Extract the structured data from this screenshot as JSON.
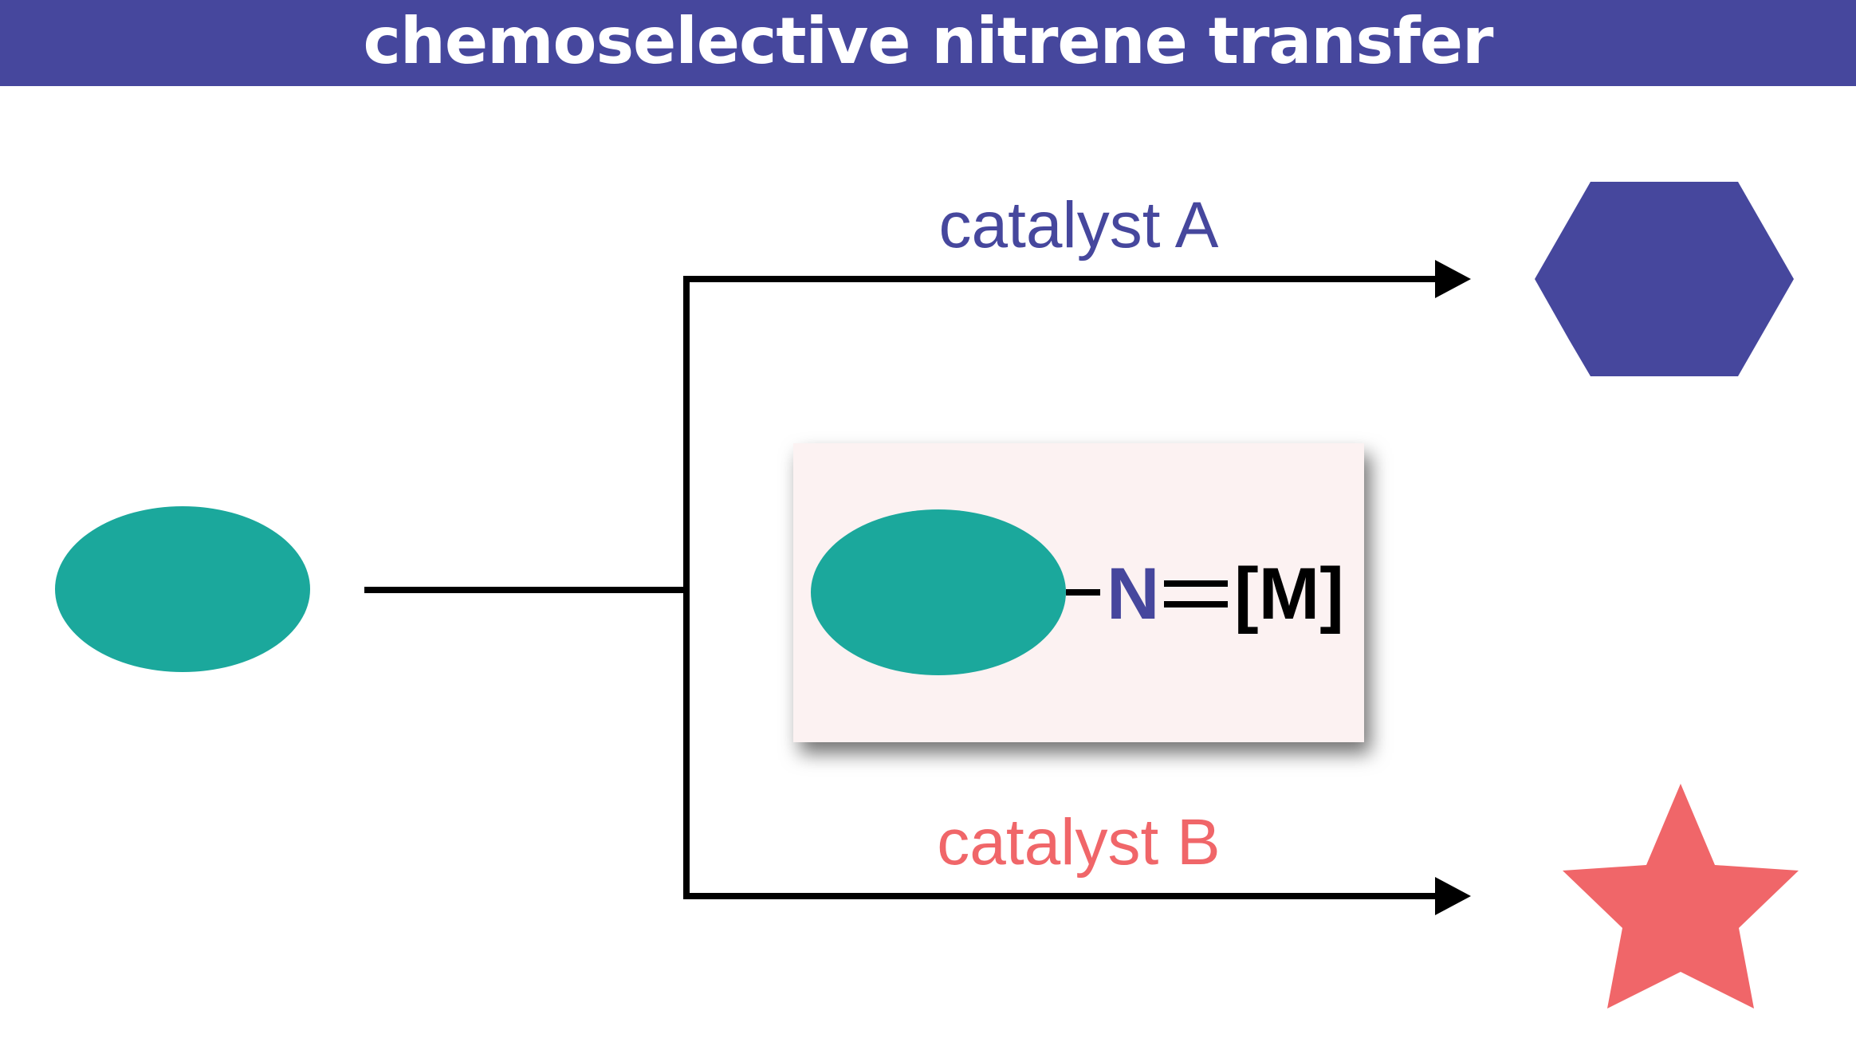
{
  "header": {
    "title": "chemoselective nitrene transfer"
  },
  "scheme": {
    "catalyst_a_label": "catalyst A",
    "catalyst_b_label": "catalyst B",
    "intermediate": {
      "nitrogen": "N",
      "metal": "[M]"
    }
  },
  "colors": {
    "banner": "#46479d",
    "banner_text": "#ffffff",
    "substrate": "#1ba89c",
    "product_a": "#46479d",
    "product_b": "#f06669",
    "catalyst_a": "#46479d",
    "catalyst_b": "#f06669",
    "intermediate_box": "#fcf2f2",
    "lines": "#000000"
  },
  "icons": {
    "substrate": "ellipse-icon",
    "product_a": "hexagon-icon",
    "product_b": "star-icon"
  }
}
